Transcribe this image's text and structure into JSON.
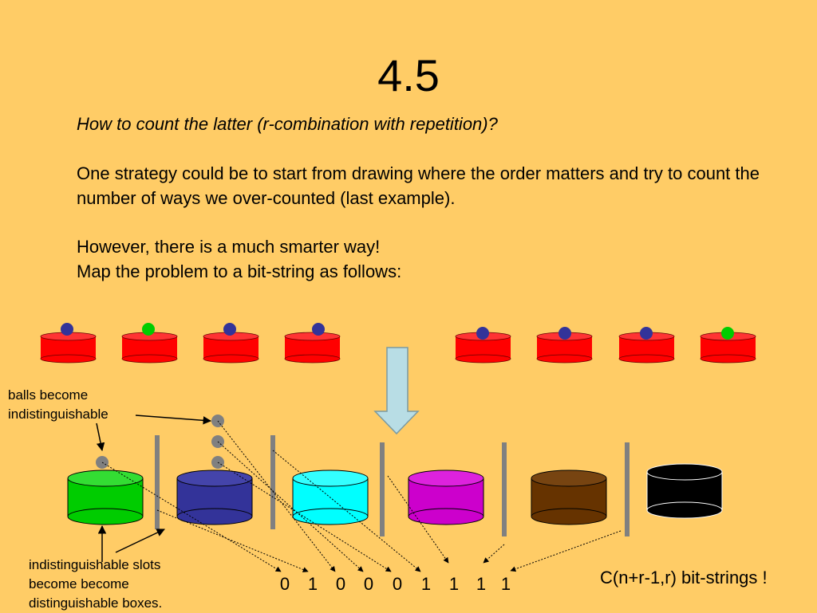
{
  "slide": {
    "title": "4.5",
    "question": "How to count the latter (r-combination with repetition)?",
    "paragraph1": "One strategy could be to start from drawing where the order matters and try to count the number of ways we over-counted (last example).",
    "paragraph2": "However, there is a much smarter way!",
    "paragraph3": "Map the problem to a bit-string as follows:"
  },
  "annotations": {
    "balls_line1": "balls become",
    "balls_line2": "indistinguishable",
    "slots_line1": "indistinguishable slots",
    "slots_line2": "become become",
    "slots_line3": "distinguishable boxes.",
    "result": "C(n+r-1,r) bit-strings !"
  },
  "bitstring": [
    "0",
    "1",
    "0",
    "0",
    "0",
    "1",
    "1",
    "1",
    "1"
  ],
  "colors": {
    "background": "#FFCC66",
    "slot_red": "#FF0000",
    "ball_blue": "#333399",
    "ball_green": "#00CC00",
    "ball_gray": "#808080",
    "divider_gray": "#808080",
    "arrow_fill": "#B8DDE5",
    "boxes": [
      "#00CC00",
      "#333399",
      "#00FFFF",
      "#CC00CC",
      "#663300",
      "#000000"
    ]
  }
}
